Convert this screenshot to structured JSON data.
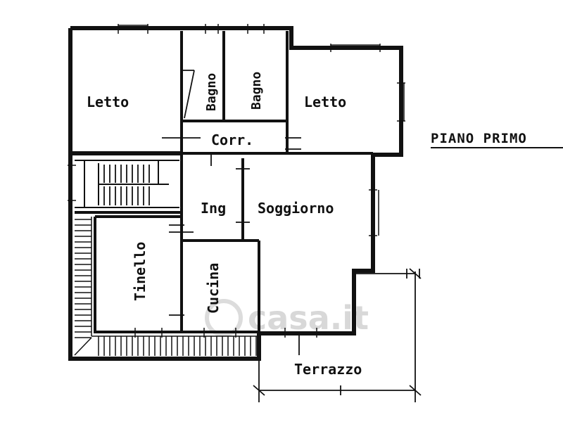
{
  "plan_title": "PIANO PRIMO",
  "watermark": "casa.it",
  "rooms": {
    "letto_left": "Letto",
    "bagno_1": "Bagno",
    "bagno_2": "Bagno",
    "letto_right": "Letto",
    "corridoio": "Corr.",
    "ingresso": "Ing",
    "soggiorno": "Soggiorno",
    "tinello": "Tinello",
    "cucina": "Cucina",
    "terrazzo": "Terrazzo"
  },
  "colors": {
    "ink": "#111111",
    "watermark": "#d8d8d8"
  }
}
